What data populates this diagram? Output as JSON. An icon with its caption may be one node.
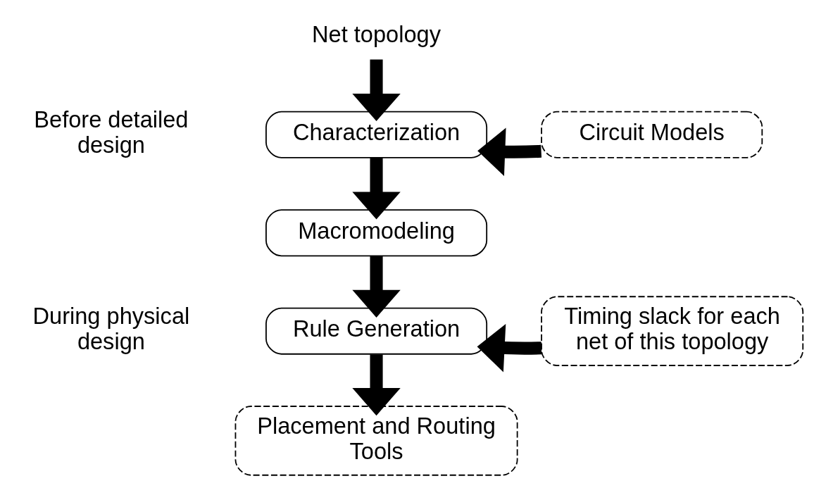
{
  "diagram": {
    "nodes": [
      {
        "text": [
          "Net topology"
        ]
      },
      {
        "text": [
          "Characterization"
        ]
      },
      {
        "text": [
          "Circuit Models"
        ]
      },
      {
        "text": [
          "Macromodeling"
        ]
      },
      {
        "text": [
          "Rule Generation"
        ]
      },
      {
        "text": [
          "Timing slack for each net of this topology"
        ]
      },
      {
        "text": [
          "Placement and Routing Tools"
        ]
      }
    ],
    "edges": [
      {
        "from": 0,
        "to": 1,
        "arrow": "to"
      },
      {
        "from": 2,
        "to": 1,
        "arrow": "to"
      },
      {
        "from": 1,
        "to": 3,
        "arrow": "to"
      },
      {
        "from": 3,
        "to": 4,
        "arrow": "to"
      },
      {
        "from": 5,
        "to": 4,
        "arrow": "to"
      },
      {
        "from": 4,
        "to": 6,
        "arrow": "to"
      }
    ],
    "labels": [
      "Before detailed design",
      "During physical design"
    ]
  }
}
